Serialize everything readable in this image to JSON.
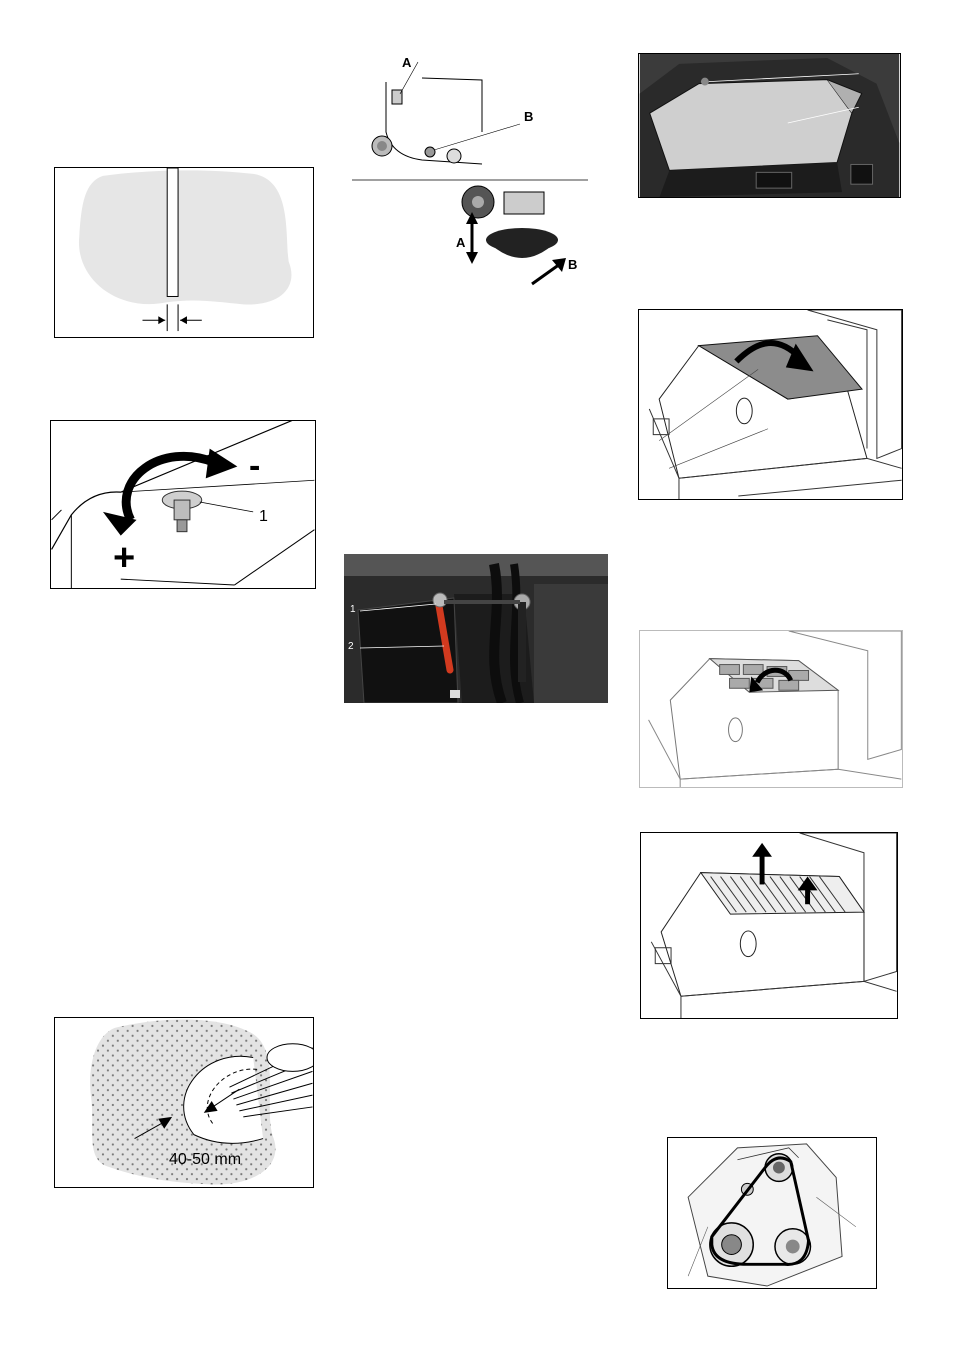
{
  "figures": {
    "gap_diagram": {},
    "knob_adjust": {
      "minus": "-",
      "plus": "+",
      "callout": "1"
    },
    "brush_arm": {
      "label_a_top": "A",
      "label_b_top": "B",
      "label_a_arrow": "A",
      "label_b_arrow": "B"
    },
    "lever_photo": {
      "callout_1": "1",
      "callout_2": "2"
    },
    "brush_contact": {
      "measurement": "40-50 mm"
    },
    "hood_top": {},
    "hood_open": {},
    "filter_rotate": {},
    "filter_lift": {},
    "belt_drive": {}
  }
}
